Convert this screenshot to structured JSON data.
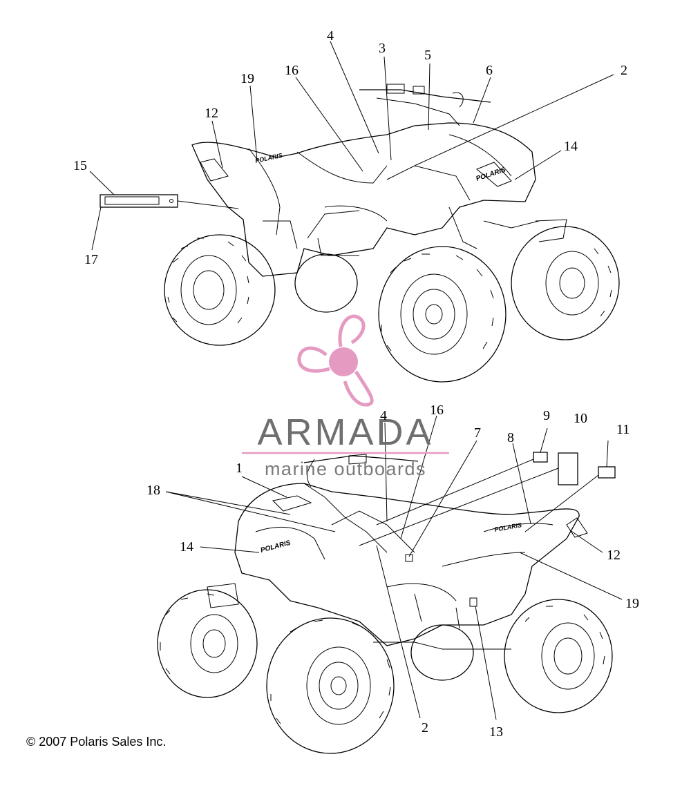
{
  "watermark": {
    "brand": "ARMADA",
    "tagline": "marine outboards",
    "color_primary": "#6f6f6f",
    "color_accent": "#e59ac2"
  },
  "copyright": "© 2007 Polaris Sales Inc.",
  "decal_text": "POLARIS",
  "top_view_callouts": [
    "2",
    "3",
    "4",
    "5",
    "6",
    "12",
    "14",
    "15",
    "16",
    "17",
    "19"
  ],
  "bottom_view_callouts": [
    "1",
    "2",
    "4",
    "7",
    "8",
    "9",
    "10",
    "11",
    "12",
    "13",
    "14",
    "16",
    "18",
    "19"
  ]
}
